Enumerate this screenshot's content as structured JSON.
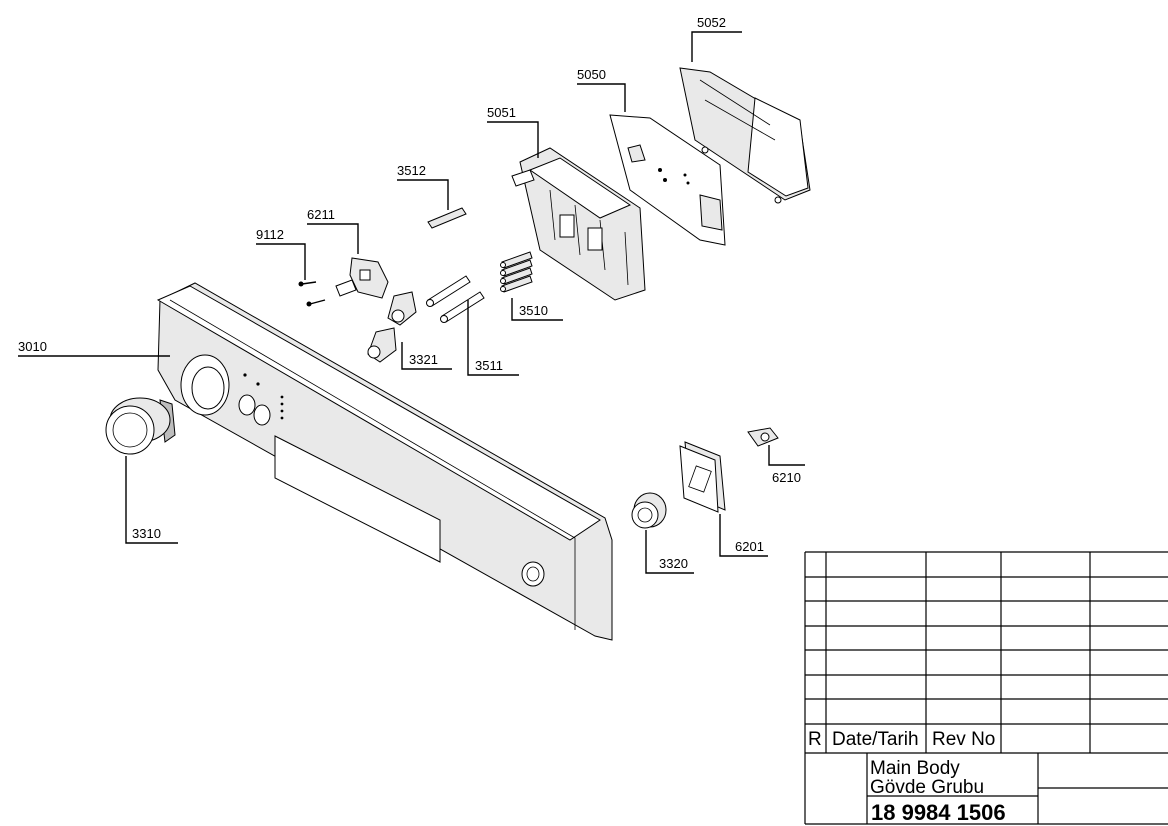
{
  "part_labels": {
    "p5052": "5052",
    "p5050": "5050",
    "p5051": "5051",
    "p3512": "3512",
    "p6211": "6211",
    "p9112": "9112",
    "p3010": "3010",
    "p3510": "3510",
    "p3321": "3321",
    "p3511": "3511",
    "p3310": "3310",
    "p6210": "6210",
    "p6201": "6201",
    "p3320": "3320"
  },
  "title_block": {
    "rev_col": "R",
    "date_col": "Date/Tarih",
    "revno_col": "Rev No",
    "title_line1": "Main Body",
    "title_line2": "Gövde Grubu",
    "part_number": "18 9984 1506"
  }
}
